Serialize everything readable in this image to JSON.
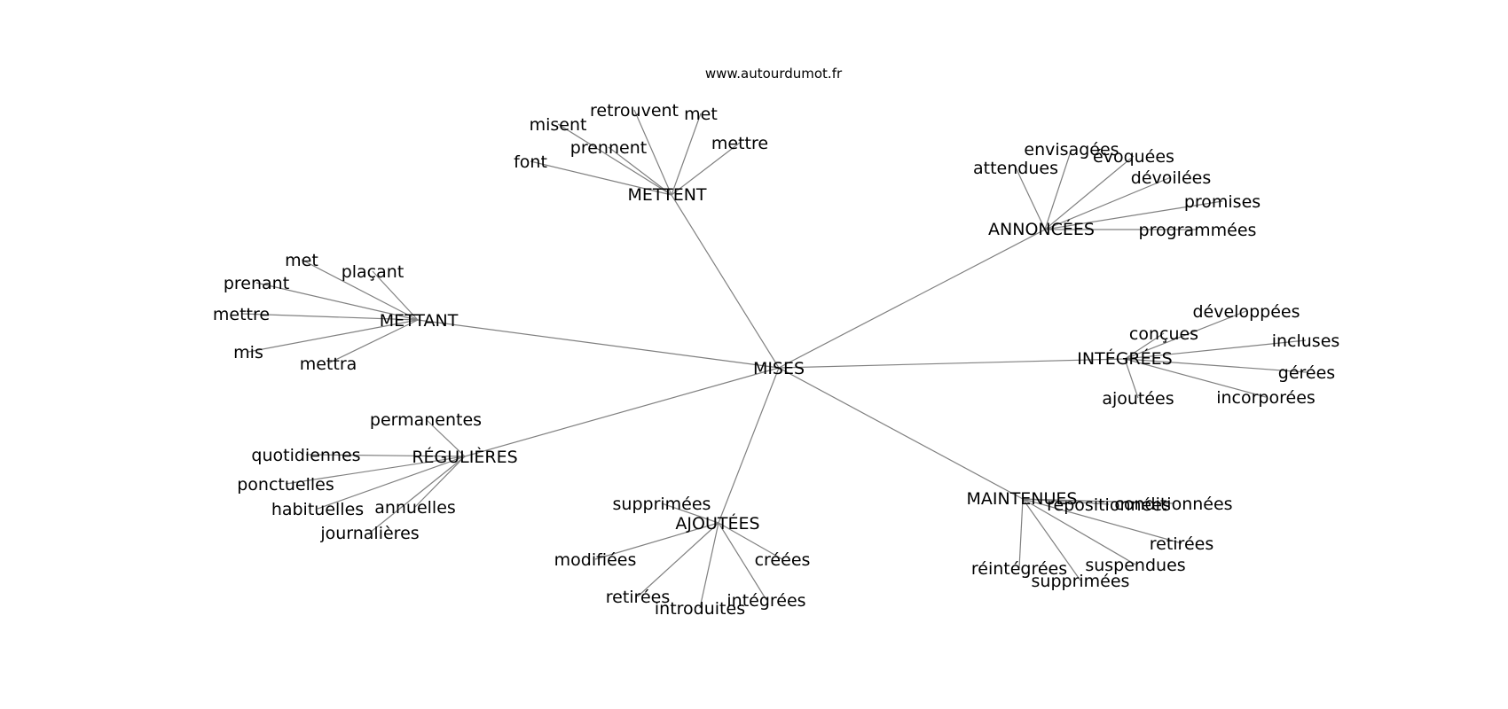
{
  "source_label": "www.autourdumot.fr",
  "center": "MISES",
  "groups": [
    {
      "label": "METTENT",
      "words": [
        "retrouvent",
        "misent",
        "met",
        "prennent",
        "mettre",
        "font"
      ]
    },
    {
      "label": "ANNONCÉES",
      "words": [
        "envisagées",
        "évoquées",
        "attendues",
        "dévoilées",
        "promises",
        "programmées"
      ]
    },
    {
      "label": "METTANT",
      "words": [
        "met",
        "plaçant",
        "prenant",
        "mettre",
        "mis",
        "mettra"
      ]
    },
    {
      "label": "INTÉGRÉES",
      "words": [
        "développées",
        "conçues",
        "incluses",
        "gérées",
        "ajoutées",
        "incorporées"
      ]
    },
    {
      "label": "RÉGULIÈRES",
      "words": [
        "permanentes",
        "quotidiennes",
        "ponctuelles",
        "habituelles",
        "annuelles",
        "journalières"
      ]
    },
    {
      "label": "AJOUTÉES",
      "words": [
        "supprimées",
        "modifiées",
        "créées",
        "retirées",
        "intégrées",
        "introduites"
      ]
    },
    {
      "label": "MAINTENUES",
      "words": [
        "repositionnées",
        "conditionnées",
        "retirées",
        "suspendues",
        "réintégrées",
        "supprimées"
      ]
    }
  ]
}
